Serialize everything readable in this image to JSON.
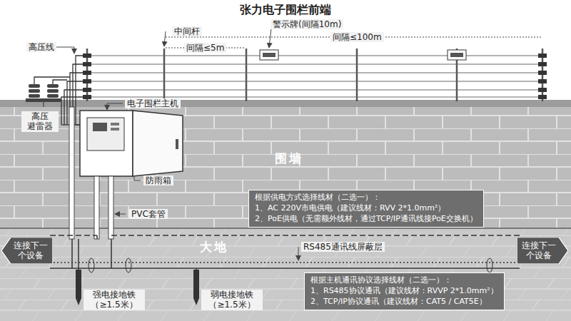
{
  "diagram": {
    "title": "张力电子围栏前端",
    "nodes": [
      {
        "text": [
          "根据供电方式选择线材（二选一）：",
          "1、AC 220V市电供电（建议线材：RVV 2*1.0mm²）",
          "2、PoE供电（无需额外线材，通过TCP/IP通讯线接PoE交换机）"
        ]
      },
      {
        "text": [
          "连接下一 个设备"
        ]
      },
      {
        "text": [
          "连接下一 个设备"
        ]
      },
      {
        "text": [
          "根据主机通讯协议选择线材（二选一）：",
          "1、RS485协议通讯（建议线材：RVVP 2*1.0mm²）",
          "2、TCP/IP协议通讯（建议线材：CAT5 / CAT5E）"
        ]
      }
    ],
    "labels": [
      "高压线",
      "中间杆",
      "警示牌(间隔10m)",
      "间隔≤5m",
      "间隔≤100m",
      "高压 避雷器",
      "电子围栏主机",
      "围墙",
      "防雨箱",
      "PVC套管",
      "大地",
      "RS485通讯线屏蔽层",
      "强电接地铁 （≥1.5米）",
      "弱电接地铁 （≥1.5米）"
    ]
  }
}
